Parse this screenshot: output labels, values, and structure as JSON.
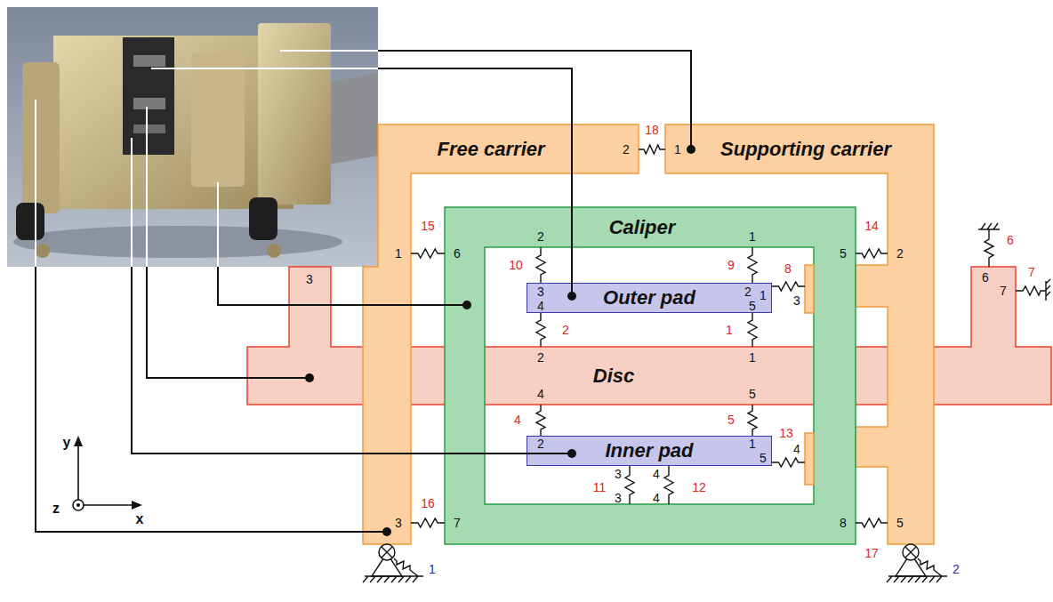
{
  "diagram": {
    "nodes": [
      {
        "text": [
          "Free carrier"
        ]
      },
      {
        "text": [
          "Supporting carrier"
        ]
      },
      {
        "text": [
          "Caliper"
        ]
      },
      {
        "text": [
          "Outer pad"
        ],
        "in": 2
      },
      {
        "text": [
          "Disc"
        ]
      },
      {
        "text": [
          "Inner pad"
        ],
        "in": 2
      }
    ],
    "edges": [
      {
        "from": 3,
        "to": 4,
        "arrow": "none",
        "label": "1"
      },
      {
        "from": 3,
        "to": 4,
        "arrow": "none",
        "label": "2"
      },
      {
        "from": 4,
        "to": 5,
        "arrow": "none",
        "label": "4"
      },
      {
        "from": 4,
        "to": 5,
        "arrow": "none",
        "label": "5"
      },
      {
        "from": 3,
        "to": 2,
        "arrow": "none",
        "label": "8"
      },
      {
        "from": 2,
        "to": 3,
        "arrow": "none",
        "label": "9"
      },
      {
        "from": 2,
        "to": 3,
        "arrow": "none",
        "label": "10"
      },
      {
        "from": 5,
        "to": 2,
        "arrow": "none",
        "label": "11"
      },
      {
        "from": 5,
        "to": 2,
        "arrow": "none",
        "label": "12"
      },
      {
        "from": 5,
        "to": 2,
        "arrow": "none",
        "label": "13"
      },
      {
        "from": 2,
        "to": 1,
        "arrow": "none",
        "label": "14"
      },
      {
        "from": 0,
        "to": 2,
        "arrow": "none",
        "label": "15"
      },
      {
        "from": 0,
        "to": 2,
        "arrow": "none",
        "label": "16"
      },
      {
        "from": 2,
        "to": 1,
        "arrow": "none",
        "label": "17"
      },
      {
        "from": 0,
        "to": 1,
        "arrow": "none",
        "label": "18"
      }
    ],
    "labels": [
      "2",
      "1",
      "1",
      "6",
      "5",
      "2",
      "2",
      "1",
      "3",
      "2",
      "1",
      "3",
      "4",
      "5",
      "3",
      "6",
      "7",
      "6",
      "7",
      "2",
      "1",
      "4",
      "5",
      "2",
      "1",
      "5",
      "4",
      "3",
      "3",
      "4",
      "4",
      "3",
      "7",
      "8",
      "5",
      "1",
      "2",
      "y",
      "z",
      "x"
    ]
  }
}
